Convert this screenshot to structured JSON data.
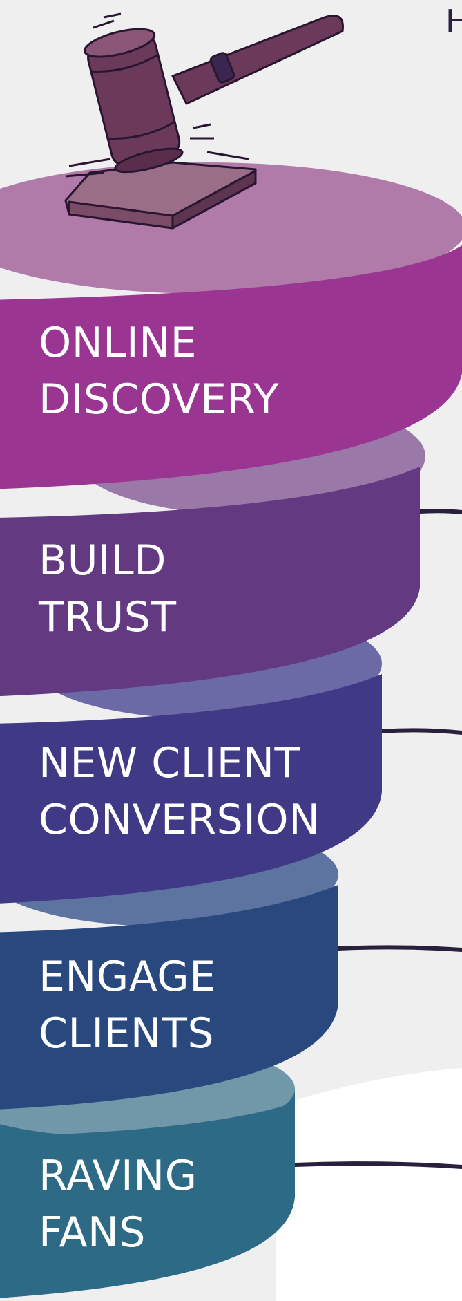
{
  "corner_text": "H",
  "colors": {
    "background": "#efeff0",
    "connector": "#2a1f3d"
  },
  "layers": [
    {
      "lines": [
        "ONLINE",
        "DISCOVERY"
      ],
      "top": "#b07aa9",
      "side": "#9a3592"
    },
    {
      "lines": [
        "BUILD",
        "TRUST"
      ],
      "top": "#9a79a8",
      "side": "#633981"
    },
    {
      "lines": [
        "NEW CLIENT",
        "CONVERSION"
      ],
      "top": "#6c6aa6",
      "side": "#403a86"
    },
    {
      "lines": [
        "ENGAGE",
        "CLIENTS"
      ],
      "top": "#5e74a0",
      "side": "#29487e"
    },
    {
      "lines": [
        "RAVING",
        "FANS"
      ],
      "top": "#7198a8",
      "side": "#2d6a86"
    }
  ],
  "icons": [
    "gavel-icon"
  ]
}
